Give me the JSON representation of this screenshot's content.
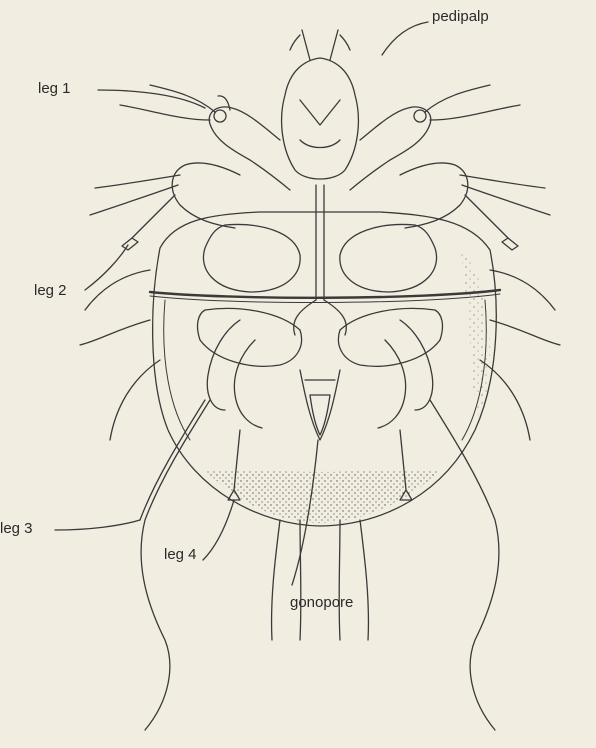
{
  "labels": {
    "pedipalp": "pedipalp",
    "leg1": "leg 1",
    "leg2": "leg 2",
    "leg3": "leg 3",
    "leg4": "leg 4",
    "gonopore": "gonopore"
  },
  "colors": {
    "background": "#f2ede1",
    "ink": "#3a3a3a"
  }
}
